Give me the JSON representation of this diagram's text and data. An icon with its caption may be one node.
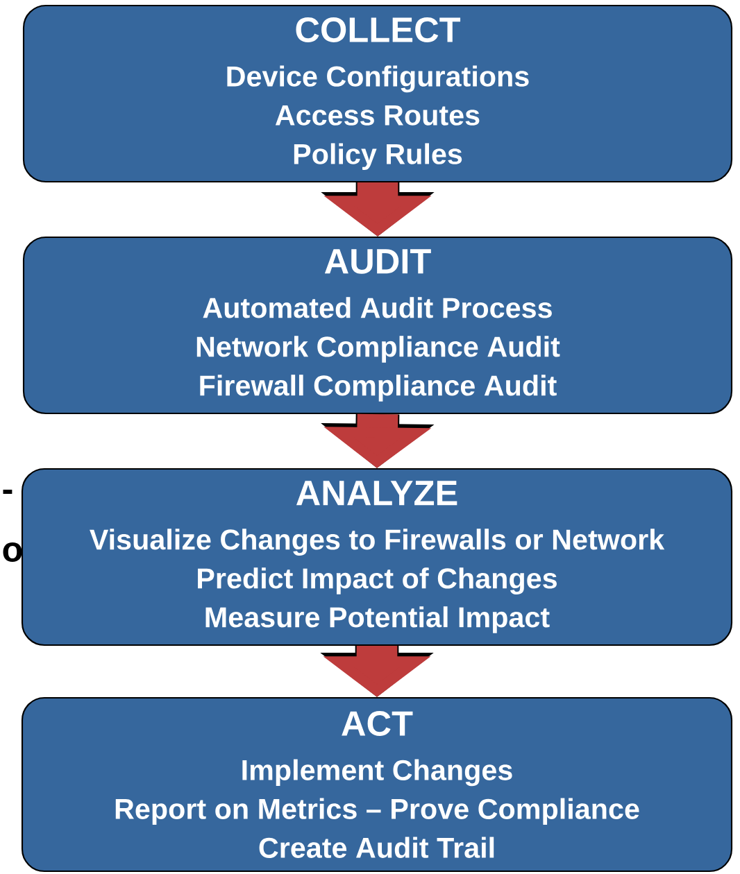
{
  "diagram": {
    "nodes": [
      {
        "text": [
          "COLLECT",
          "Device Configurations",
          "Access Routes",
          "Policy Rules"
        ]
      },
      {
        "text": [
          "AUDIT",
          "Automated Audit Process",
          "Network Compliance Audit",
          "Firewall Compliance Audit"
        ]
      },
      {
        "text": [
          "ANALYZE",
          "Visualize Changes to Firewalls or Network",
          "Predict Impact of Changes",
          "Measure Potential Impact"
        ]
      },
      {
        "text": [
          "ACT",
          "Implement Changes",
          "Report on Metrics – Prove Compliance",
          "Create Audit Trail"
        ]
      }
    ],
    "edges": [
      {
        "from": 0,
        "to": 1,
        "arrow": "to"
      },
      {
        "from": 1,
        "to": 2,
        "arrow": "to"
      },
      {
        "from": 2,
        "to": 3,
        "arrow": "to"
      }
    ],
    "labels": [
      "-",
      "o"
    ]
  }
}
